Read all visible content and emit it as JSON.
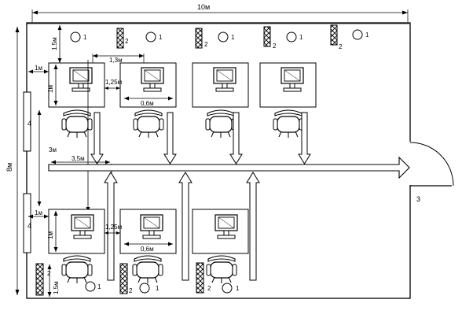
{
  "dimensions": {
    "room_width": "10м",
    "room_height": "8м",
    "top_margin": "1,5м",
    "desk_spacing": "1,3м",
    "wall_gap_top": "1м",
    "wall_gap_bottom": "1м",
    "desk_depth_top": "1м",
    "desk_depth_bottom": "1м",
    "aisle_gap_top": "1,25м",
    "aisle_gap_bottom": "1,25м",
    "desk_width_top": "0,6м",
    "desk_width_bottom": "0,6м",
    "corridor_width": "3,5м",
    "side_gap": "3м",
    "bottom_margin": "1,5м"
  },
  "legend_marks": {
    "lamp": "1",
    "heater": "2",
    "door": "3",
    "window": "4"
  },
  "colors": {
    "line": "#000000",
    "background": "#ffffff"
  }
}
